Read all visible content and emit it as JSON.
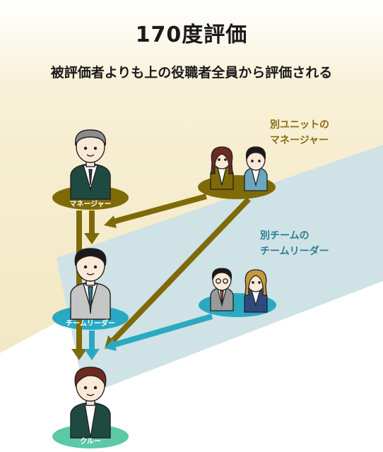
{
  "title": "170度評価",
  "subtitle": "被評価者よりも上の役職者全員から評価される",
  "groups": {
    "other_unit_manager": {
      "line1": "別ユニットの",
      "line2": "マネージャー"
    },
    "other_team_leader": {
      "line1": "別チームの",
      "line2": "チームリーダー"
    }
  },
  "roles": {
    "manager": "マネージャー",
    "team_leader": "チームリーダー",
    "crew": "クルー"
  },
  "colors": {
    "background_top": "#f7efd4",
    "gold_band": "#efe2b3",
    "teal_band": "#cfe2e6",
    "gold_arrow": "#7f6a08",
    "teal_arrow": "#2aa9c2",
    "manager_platform": "#7f6a08",
    "leader_platform": "#2aa9c2",
    "crew_platform": "#5cc8a6"
  }
}
